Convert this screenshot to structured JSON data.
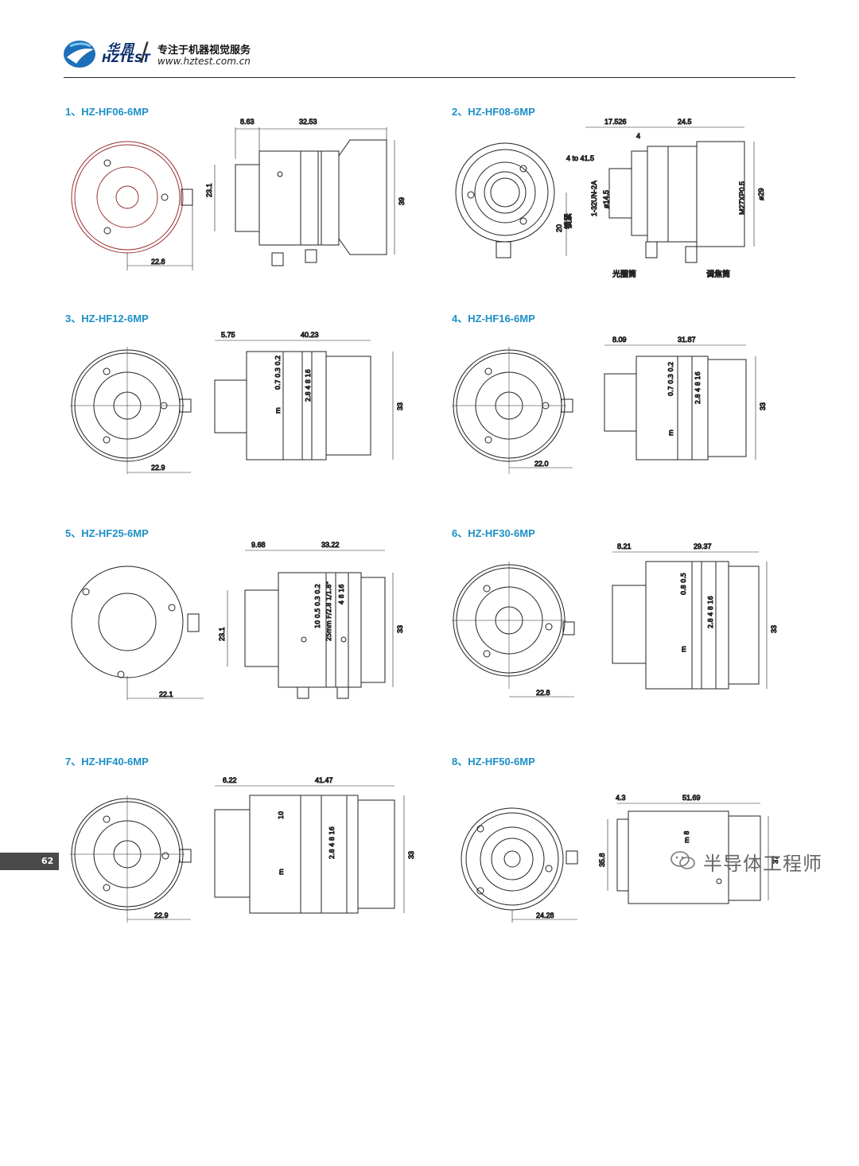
{
  "header": {
    "brand_cn": "华周",
    "brand_en": "HZTEST",
    "tagline": "专注于机器视觉服务",
    "website": "www.hztest.com.cn"
  },
  "items": [
    {
      "title": "1、HZ-HF06-6MP",
      "dims": {
        "flange": "8.63",
        "length": "32.53",
        "mount": "23.1",
        "diameter": "39",
        "offset": "22.8"
      }
    },
    {
      "title": "2、HZ-HF08-6MP",
      "dims": {
        "flange": "17.526",
        "length": "24.5",
        "gap": "4",
        "range": "4 to 41.5",
        "thread": "1-32UN-2A",
        "inner": "ø14.5",
        "offset": "20",
        "outer": "ø29",
        "thread_m": "M27XP0.5"
      },
      "labels": {
        "lock": "锁紧",
        "iris": "光圈筒",
        "focus": "调焦筒"
      }
    },
    {
      "title": "3、HZ-HF12-6MP",
      "dims": {
        "flange": "5.75",
        "length": "40.23",
        "diameter": "33",
        "offset": "22.9"
      }
    },
    {
      "title": "4、HZ-HF16-6MP",
      "dims": {
        "flange": "8.09",
        "length": "31.87",
        "diameter": "33",
        "offset": "22.0"
      }
    },
    {
      "title": "5、HZ-HF25-6MP",
      "dims": {
        "flange": "9.68",
        "length": "33.22",
        "mount": "23.1",
        "diameter": "33",
        "offset": "22.1"
      }
    },
    {
      "title": "6、HZ-HF30-6MP",
      "dims": {
        "flange": "8.21",
        "length": "29.37",
        "diameter": "33",
        "offset": "22.8"
      }
    },
    {
      "title": "7、HZ-HF40-6MP",
      "dims": {
        "flange": "6.22",
        "length": "41.47",
        "diameter": "33",
        "offset": "22.9"
      }
    },
    {
      "title": "8、HZ-HF50-6MP",
      "dims": {
        "flange": "4.3",
        "length": "51.69",
        "mount": "35.8",
        "diameter": "37",
        "offset": "24.28"
      }
    }
  ],
  "footer": {
    "page_number": "62",
    "watermark": "半导体工程师"
  },
  "colors": {
    "title": "#1d8fc7",
    "brand": "#0c2e6e"
  }
}
